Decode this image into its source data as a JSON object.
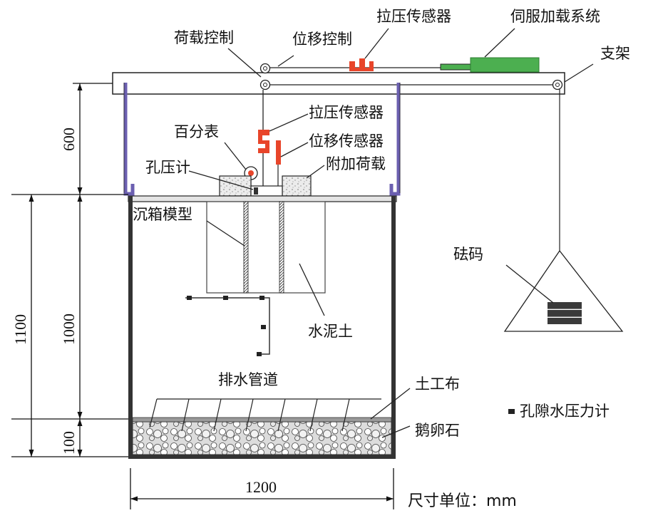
{
  "labels": {
    "load_control": "荷载控制",
    "disp_control": "位移控制",
    "tension_sensor_top": "拉压传感器",
    "servo_system": "伺服加载系统",
    "frame": "支架",
    "tension_sensor_mid": "拉压传感器",
    "dial_gauge": "百分表",
    "disp_sensor": "位移传感器",
    "pore_meter": "孔压计",
    "extra_load": "附加荷载",
    "caisson_model": "沉箱模型",
    "weight": "砝码",
    "soil": "水泥土",
    "drain_pipe": "排水管道",
    "geotextile": "土工布",
    "pebbles": "鹅卵石",
    "legend_pore": "孔隙水压力计",
    "unit_label": "尺寸单位：mm"
  },
  "dimensions": {
    "d600": "600",
    "d1100": "1100",
    "d1000": "1000",
    "d100": "100",
    "d1200": "1200"
  },
  "colors": {
    "frame_purple": "#6b5fb0",
    "servo_green": "#4caf50",
    "sensor_red": "#e8452a",
    "weight_dark": "#3a3a3a"
  }
}
